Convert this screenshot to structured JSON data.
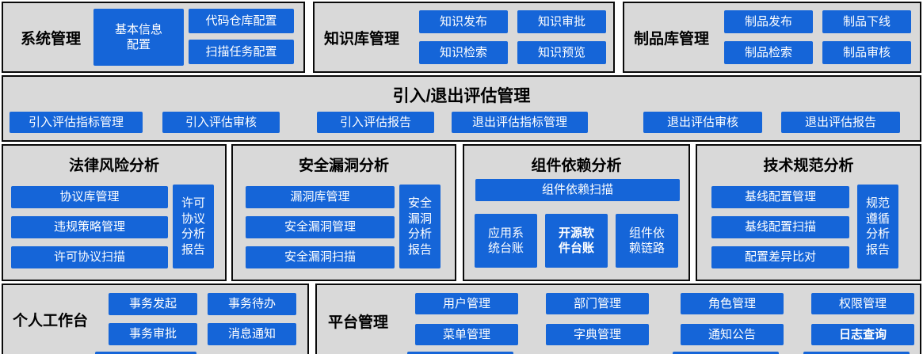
{
  "colors": {
    "button_blue": "#1565d8",
    "button_text": "#ffffff",
    "panel_gray": "#d9d9d9",
    "panel_border": "#0a0a0a"
  },
  "row1": {
    "system": {
      "title": "系统管理",
      "btn_info": "基本信息\n配置",
      "btn_repo": "代码仓库配置",
      "btn_scan": "扫描任务配置"
    },
    "knowledge": {
      "title": "知识库管理",
      "buttons": [
        "知识发布",
        "知识审批",
        "知识检索",
        "知识预览"
      ]
    },
    "product": {
      "title": "制品库管理",
      "buttons": [
        "制品发布",
        "制品下线",
        "制品检索",
        "制品审核"
      ]
    }
  },
  "row2": {
    "title": "引入/退出评估管理",
    "buttons": [
      "引入评估指标管理",
      "引入评估审核",
      "引入评估报告",
      "退出评估指标管理",
      "退出评估审核",
      "退出评估报告"
    ]
  },
  "row3": {
    "legal": {
      "title": "法律风险分析",
      "buttons": [
        "协议库管理",
        "违规策略管理",
        "许可协议扫描"
      ],
      "report": "许可\n协议\n分析\n报告"
    },
    "security": {
      "title": "安全漏洞分析",
      "buttons": [
        "漏洞库管理",
        "安全漏洞管理",
        "安全漏洞扫描"
      ],
      "report": "安全\n漏洞\n分析\n报告"
    },
    "component": {
      "title": "组件依赖分析",
      "scan": "组件依赖扫描",
      "buttons": [
        "应用系\n统台账",
        "开源软\n件台账",
        "组件依\n赖链路"
      ]
    },
    "tech": {
      "title": "技术规范分析",
      "buttons": [
        "基线配置管理",
        "基线配置扫描",
        "配置差异比对"
      ],
      "report": "规范\n遵循\n分析\n报告"
    }
  },
  "row4": {
    "workbench": {
      "title": "个人工作台",
      "buttons": [
        "事务发起",
        "事务待办",
        "事务审批",
        "消息通知"
      ]
    },
    "platform": {
      "title": "平台管理",
      "buttons": [
        "用户管理",
        "部门管理",
        "角色管理",
        "权限管理",
        "菜单管理",
        "字典管理",
        "通知公告",
        "日志查询"
      ]
    }
  }
}
